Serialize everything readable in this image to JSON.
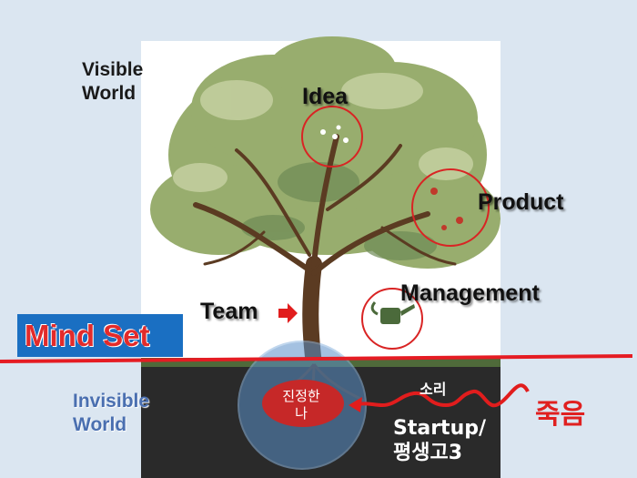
{
  "labels": {
    "visible_world": "Visible\nWorld",
    "invisible_world": "Invisible\nWorld",
    "idea": "Idea",
    "product": "Product",
    "management": "Management",
    "team": "Team",
    "mind_set": "Mind Set",
    "true_self": "진정한\n나",
    "sound": "소리",
    "startup": "Startup/\n평생고3",
    "death": "죽음"
  },
  "colors": {
    "mind_set_bg": "#1a6fc2",
    "mind_set_text": "#e22b2b",
    "highlight_circle": "#d92424",
    "divider_line": "#e51c23",
    "ground": "#2a2a2a",
    "foliage": "#98ad6e"
  }
}
